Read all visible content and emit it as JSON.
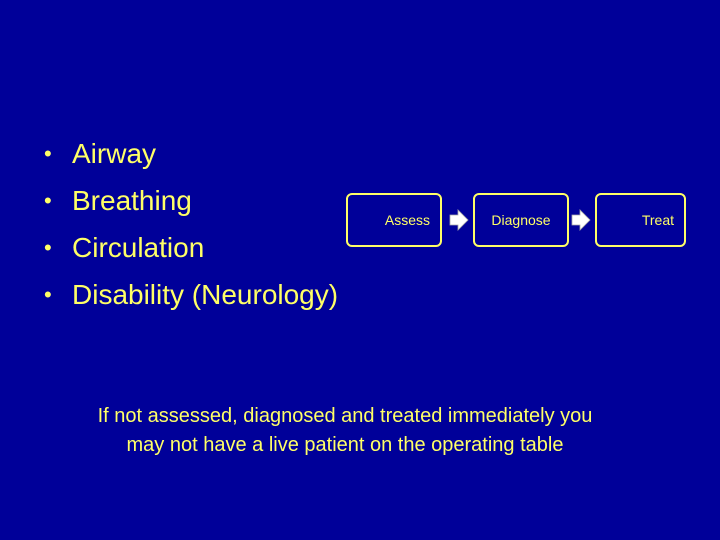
{
  "bullets": [
    {
      "marker": "•",
      "text": "Airway"
    },
    {
      "marker": "•",
      "text": "Breathing"
    },
    {
      "marker": "•",
      "text": "Circulation"
    },
    {
      "marker": "•",
      "text": "Disability (Neurology)"
    }
  ],
  "flow": {
    "steps": [
      "Assess",
      "Diagnose",
      "Treat"
    ],
    "arrow_icon": "right-arrow-icon"
  },
  "footnote": {
    "line1": "If not assessed, diagnosed and treated immediately you",
    "line2": "may not have a live patient on the operating table"
  },
  "colors": {
    "background": "#000099",
    "text": "#ffff66",
    "arrow": "#ffffff"
  }
}
